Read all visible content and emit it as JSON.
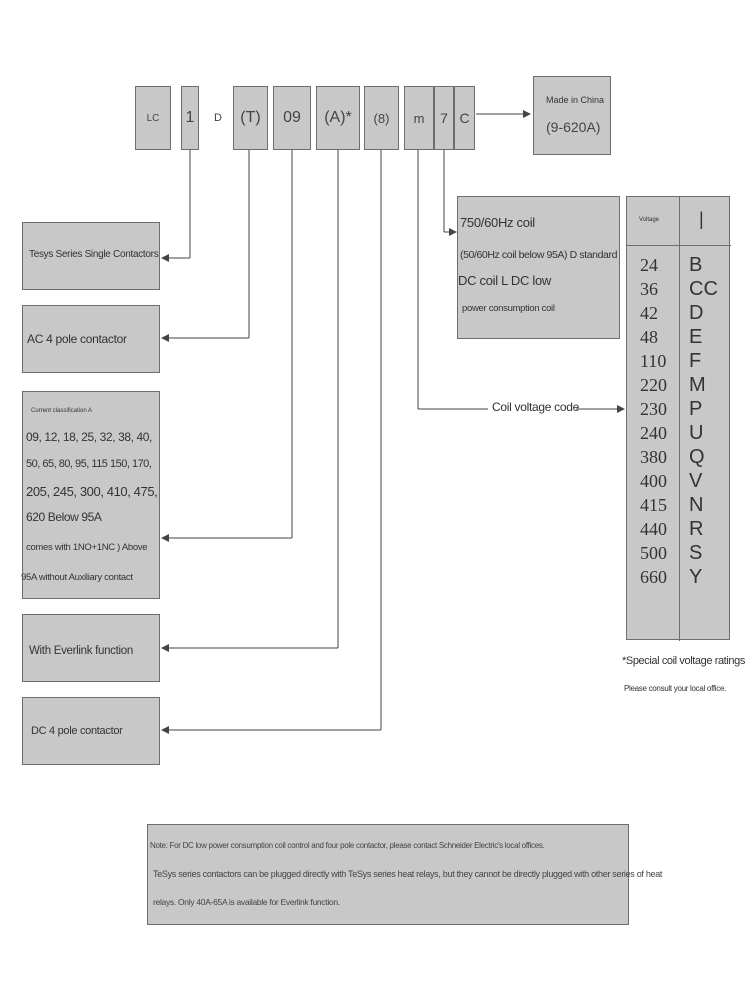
{
  "code": {
    "lc": "LC",
    "one": "1",
    "d": "D",
    "t": "(T)",
    "nine": "09",
    "a": "(A)*",
    "eight": "(8)",
    "m": "m",
    "seven": "7",
    "c": "C"
  },
  "made_in": {
    "line1": "Made in China",
    "line2": "(9-620A)"
  },
  "descriptions": {
    "tesys": "Tesys Series Single Contactors",
    "ac4pole": "AC 4 pole contactor",
    "current": {
      "header": "Current classification A",
      "lines": [
        "09, 12, 18, 25, 32, 38, 40,",
        "50, 65, 80, 95, 115 150, 170,",
        "205, 245, 300, 410, 475,",
        "620 Below 95A",
        "comes with 1NO+1NC ) Above",
        "95A without Auxiliary contact"
      ]
    },
    "everlink": "With Everlink function",
    "dc4pole": "DC 4 pole contactor"
  },
  "coil_box": {
    "line1": "750/60Hz coil",
    "line2": "(50/60Hz coil below 95A) D standard",
    "line3": "DC coil L DC low",
    "line4": "power consumption coil"
  },
  "coil_voltage_label": "Coil voltage code",
  "voltage_table": {
    "header_left": "Voltage",
    "header_right": "|",
    "voltages": [
      "24",
      "36",
      "42",
      "48",
      "110",
      "220",
      "230",
      "240",
      "380",
      "400",
      "415",
      "440",
      "500",
      "660"
    ],
    "codes": [
      "B",
      "CC",
      "D",
      "E",
      "F",
      "M",
      "P",
      "U",
      "Q",
      "V",
      "N",
      "R",
      "S",
      "Y"
    ]
  },
  "special_note": {
    "line1": "*Special coil voltage ratings",
    "line2": "Please consult your local office."
  },
  "note": {
    "line1": "Note: For DC low power consumption coil control and four pole contactor, please contact Schneider Electric's local offices.",
    "line2": "TeSys series contactors can be plugged directly with TeSys series heat relays, but they cannot be directly plugged with other series of heat",
    "line3": "relays. Only 40A-65A is available for Everlink function."
  },
  "colors": {
    "box_fill": "#c8c8c8",
    "border": "#6e6e6e",
    "line": "#444444"
  }
}
